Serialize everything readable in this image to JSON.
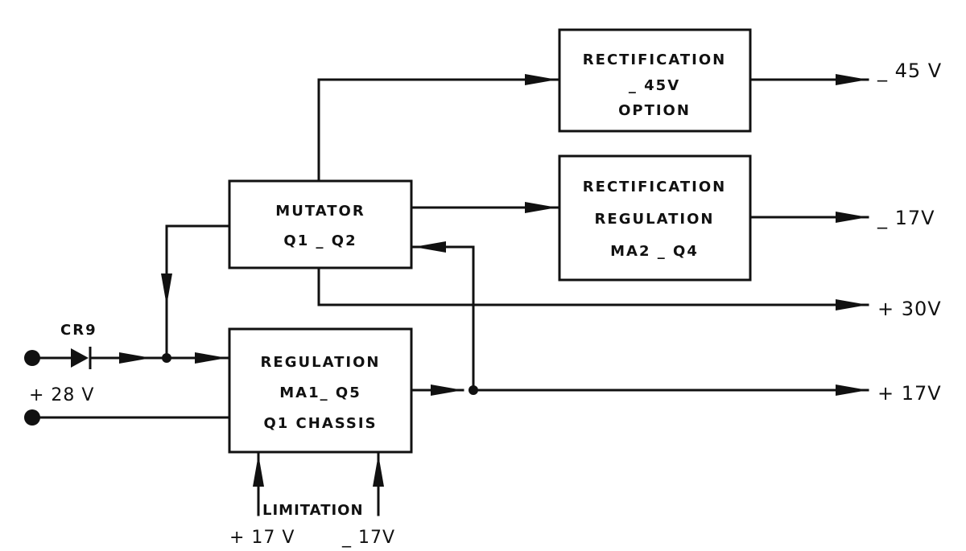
{
  "blocks": {
    "mutator": {
      "lines": [
        "MUTATOR",
        "Q1 _ Q2"
      ]
    },
    "rect45": {
      "lines": [
        "RECTIFICATION",
        "_ 45V",
        "OPTION"
      ]
    },
    "rect17": {
      "lines": [
        "RECTIFICATION",
        "REGULATION",
        "MA2 _ Q4"
      ]
    },
    "regulation": {
      "lines": [
        "REGULATION",
        "MA1_ Q5",
        "Q1 CHASSIS"
      ]
    }
  },
  "outputs": {
    "neg45": "_ 45 V",
    "neg17": "_ 17V",
    "pos30": "+ 30V",
    "pos17": "+ 17V"
  },
  "inputs": {
    "diode": "CR9",
    "supply": "+ 28 V",
    "limitation": "LIMITATION",
    "limit_pos": "+ 17 V",
    "limit_neg": "_ 17V"
  }
}
